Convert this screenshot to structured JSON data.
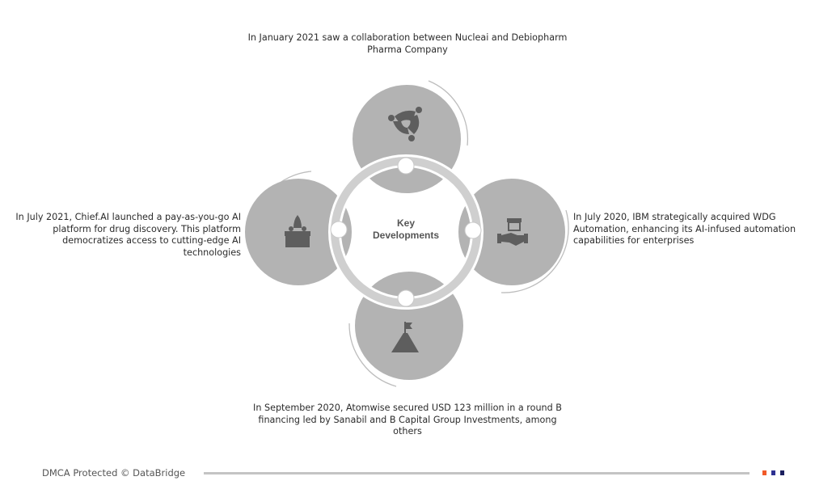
{
  "center_label": {
    "line1": "Key",
    "line2": "Developments"
  },
  "developments": {
    "top": {
      "text": "In January 2021 saw a collaboration between Nucleai and Debiopharm Pharma Company",
      "icon": "collaboration-people-icon"
    },
    "right": {
      "text": "In July 2020, IBM strategically acquired WDG Automation, enhancing its AI-infused automation capabilities for enterprises",
      "icon": "acquisition-handshake-icon"
    },
    "bottom": {
      "text": "In September 2020, Atomwise secured USD 123 million in a round B financing led by Sanabil and B Capital Group Investments, among others",
      "icon": "mountain-flag-icon"
    },
    "left": {
      "text": "In July 2021, Chief.AI launched a pay-as-you-go AI platform for drug discovery. This platform democratizes access to cutting-edge AI technologies",
      "icon": "rocket-launch-box-icon"
    }
  },
  "footer": {
    "text": "DMCA Protected © DataBridge"
  },
  "colors": {
    "petal": "#b3b3b3",
    "ring": "#cfcfcf",
    "icon": "#5e5e5e",
    "accent_orange": "#f15a29",
    "accent_blue": "#2e3192",
    "accent_navy": "#1b1f5e"
  }
}
